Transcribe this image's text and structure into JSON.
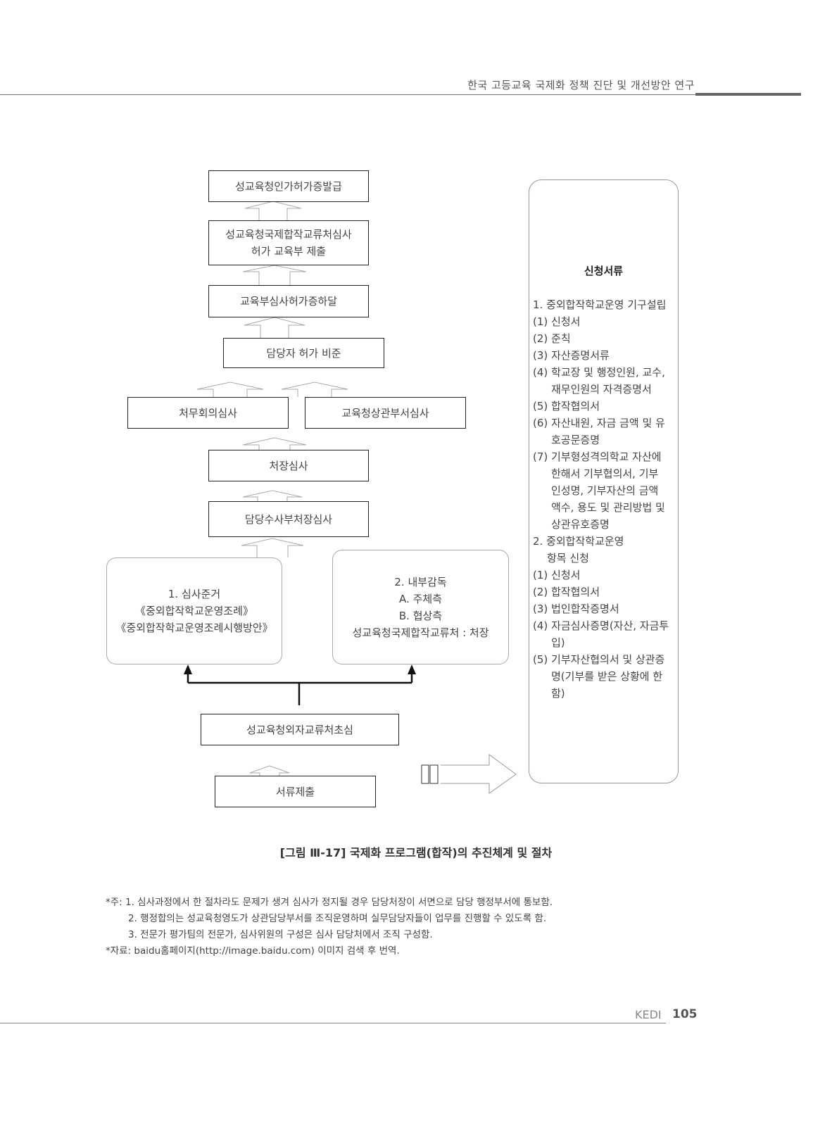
{
  "header": {
    "title": "한국 고등교육 국제화 정책 진단 및 개선방안 연구"
  },
  "flow": {
    "b1": "성교육청인가허가증발급",
    "b2_line1": "성교육청국제합작교류처심사",
    "b2_line2": "허가 교육부 제출",
    "b3": "교육부심사허가증하달",
    "b4": "담당자 허가 비준",
    "b5": "처무회의심사",
    "b6": "교육청상관부서심사",
    "b7": "처장심사",
    "b8": "담당수사부처장심사",
    "criteria": [
      "1. 심사준거",
      "《중외합작학교운영조례》",
      "《중외합작학교운영조례시행방안》"
    ],
    "oversight": [
      "2. 내부감독",
      "A. 주체측",
      "B. 협상측",
      "성교육청국제합작교류처 : 처장"
    ],
    "b9": "성교육청외자교류처초심",
    "b10": "서류제출"
  },
  "panel": {
    "title": "신청서류",
    "items": [
      {
        "t": "1. 중외합작학교운영 기구설립",
        "c": ""
      },
      {
        "t": "(1) 신청서",
        "c": ""
      },
      {
        "t": "(2) 준칙",
        "c": ""
      },
      {
        "t": "(3) 자산증명서류",
        "c": ""
      },
      {
        "t": "(4) 학교장 및 행정인원, 교수,",
        "c": ""
      },
      {
        "t": "재무인원의 자격증명서",
        "c": "ind"
      },
      {
        "t": "(5) 합작협의서",
        "c": ""
      },
      {
        "t": "(6) 자산내원, 자금 금액 및 유",
        "c": ""
      },
      {
        "t": "호공문증명",
        "c": "ind"
      },
      {
        "t": "(7) 기부형성격의학교 자산에",
        "c": ""
      },
      {
        "t": "한해서 기부협의서, 기부",
        "c": "ind"
      },
      {
        "t": "인성명, 기부자산의 금액",
        "c": "ind"
      },
      {
        "t": "액수, 용도 및 관리방법 및",
        "c": "ind"
      },
      {
        "t": "상관유호증명",
        "c": "ind"
      },
      {
        "t": "2. 중외합작학교운영",
        "c": ""
      },
      {
        "t": "항목 신청",
        "c": "ind2"
      },
      {
        "t": "(1) 신청서",
        "c": ""
      },
      {
        "t": "(2) 합작협의서",
        "c": ""
      },
      {
        "t": "(3) 법인합작증명서",
        "c": ""
      },
      {
        "t": "(4) 자금심사증명(자산, 자금투",
        "c": ""
      },
      {
        "t": "입)",
        "c": "ind"
      },
      {
        "t": "(5) 기부자산협의서 및 상관증",
        "c": ""
      },
      {
        "t": "명(기부를 받은 상황에 한",
        "c": "ind"
      },
      {
        "t": "함)",
        "c": "ind"
      }
    ]
  },
  "caption": "[그림 Ⅲ-17] 국제화 프로그램(합작)의 추진체계 및 절차",
  "notes": [
    "*주: 1. 심사과정에서 한 절차라도 문제가 생겨 심사가 정지될 경우 담당처장이 서면으로 담당 행정부서에 통보함.",
    "2. 행정합의는 성교육청영도가 상관담당부서를 조직운영하며 실무담당자들이 업무를 진행할 수 있도록 함.",
    "3. 전문가 평가팀의 전문가, 심사위원의 구성은 심사 담당처에서 조직 구성함.",
    "*자료: baidu홈페이지(http://image.baidu.com) 이미지 검색 후 번역."
  ],
  "footer": {
    "brand": "KEDI",
    "page": "105"
  }
}
